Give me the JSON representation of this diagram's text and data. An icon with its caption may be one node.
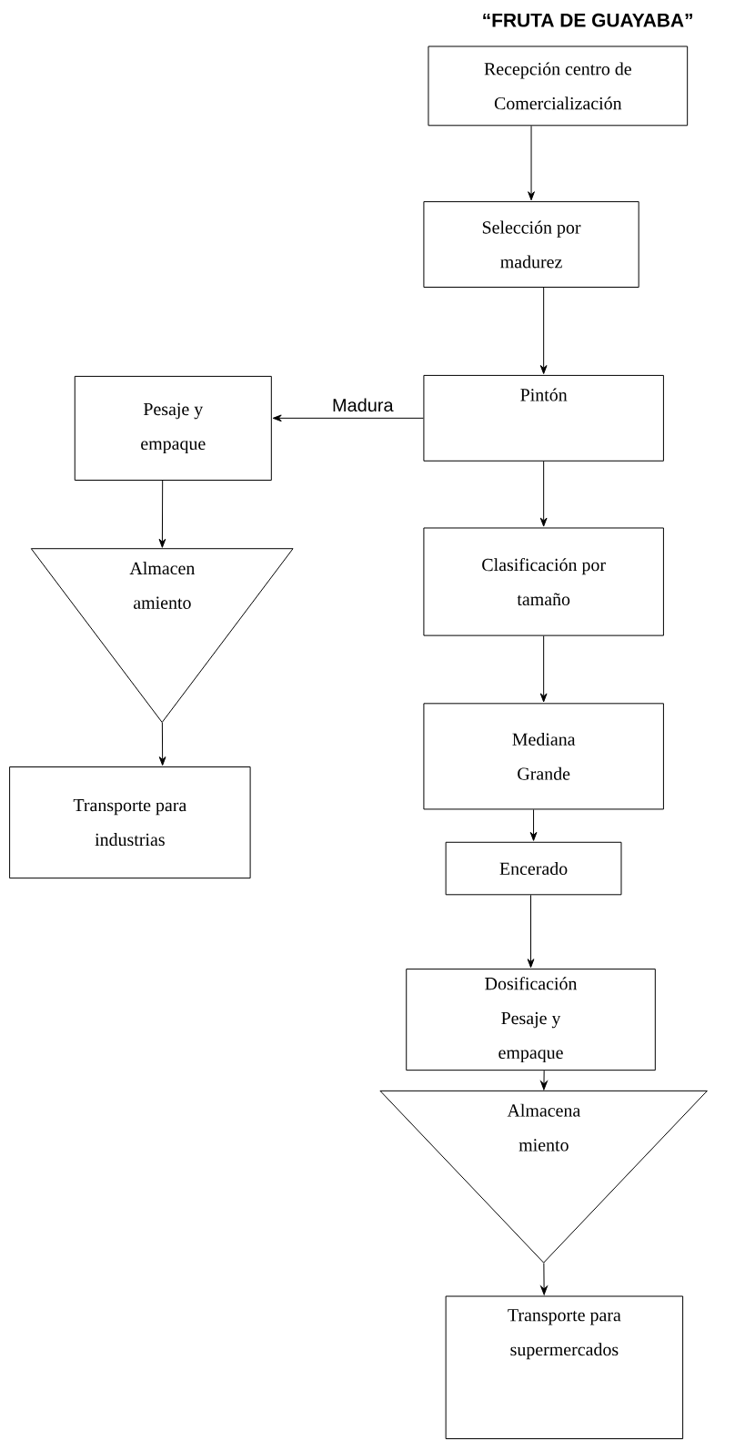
{
  "diagram": {
    "title": "“FRUTA DE GUAYABA”",
    "nodes": [
      {
        "text": [
          "Recepción centro de Comercialización"
        ]
      },
      {
        "text": [
          "Selección por madurez"
        ]
      },
      {
        "text": [
          "Pintón"
        ]
      },
      {
        "text": [
          "Pesaje y empaque"
        ]
      },
      {
        "text": [
          "Almacen amiento"
        ]
      },
      {
        "text": [
          "Transporte para industrias"
        ]
      },
      {
        "text": [
          "Clasificación por tamaño"
        ]
      },
      {
        "text": [
          "Mediana Grande"
        ]
      },
      {
        "text": [
          "Encerado"
        ]
      },
      {
        "text": [
          "Dosificación Pesaje y empaque"
        ]
      },
      {
        "text": [
          "Almacena miento"
        ]
      },
      {
        "text": [
          "Transporte para supermercados"
        ]
      }
    ],
    "edges": [
      {
        "from": 0,
        "to": 1,
        "arrow": "to"
      },
      {
        "from": 1,
        "to": 2,
        "arrow": "to"
      },
      {
        "from": 2,
        "to": 3,
        "arrow": "to",
        "label": "Madura"
      },
      {
        "from": 3,
        "to": 4,
        "arrow": "to"
      },
      {
        "from": 4,
        "to": 5,
        "arrow": "to"
      },
      {
        "from": 2,
        "to": 6,
        "arrow": "to"
      },
      {
        "from": 6,
        "to": 7,
        "arrow": "to"
      },
      {
        "from": 7,
        "to": 8,
        "arrow": "to"
      },
      {
        "from": 8,
        "to": 9,
        "arrow": "to"
      },
      {
        "from": 9,
        "to": 10,
        "arrow": "to"
      },
      {
        "from": 10,
        "to": 11,
        "arrow": "to"
      }
    ]
  }
}
